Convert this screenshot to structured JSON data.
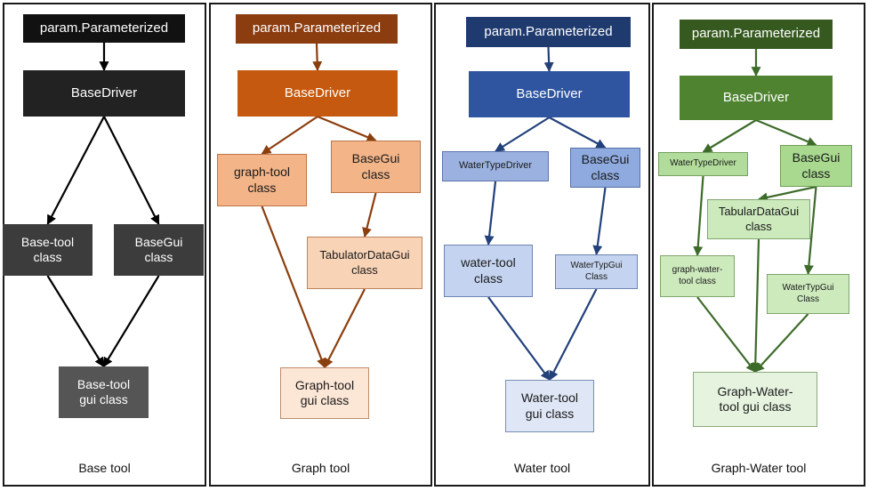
{
  "panels": [
    {
      "id": "base",
      "caption": "Base tool",
      "stroke": "#000000",
      "nodes": [
        {
          "id": "b_param",
          "label": "param.Parameterized",
          "bg": "#111111",
          "fg": "#ffffff"
        },
        {
          "id": "b_driver",
          "label": "BaseDriver",
          "bg": "#222222",
          "fg": "#ffffff"
        },
        {
          "id": "b_tool",
          "label": "Base-tool\nclass",
          "bg": "#3c3c3c",
          "fg": "#ffffff"
        },
        {
          "id": "b_gui",
          "label": "BaseGui\nclass",
          "bg": "#3c3c3c",
          "fg": "#ffffff"
        },
        {
          "id": "b_toolgui",
          "label": "Base-tool\ngui class",
          "bg": "#555555",
          "fg": "#ffffff"
        }
      ],
      "edges": [
        [
          "b_param",
          "b_driver"
        ],
        [
          "b_driver",
          "b_tool"
        ],
        [
          "b_driver",
          "b_gui"
        ],
        [
          "b_tool",
          "b_toolgui"
        ],
        [
          "b_gui",
          "b_toolgui"
        ]
      ]
    },
    {
      "id": "graph",
      "caption": "Graph tool",
      "stroke": "#8b3e0e",
      "nodes": [
        {
          "id": "g_param",
          "label": "param.Parameterized",
          "bg": "#8b3d10",
          "fg": "#ffffff"
        },
        {
          "id": "g_driver",
          "label": "BaseDriver",
          "bg": "#c5590f",
          "fg": "#ffffff"
        },
        {
          "id": "g_tool",
          "label": "graph-tool\nclass",
          "bg": "#f3b488",
          "fg": "#1a1a1a"
        },
        {
          "id": "g_gui",
          "label": "BaseGui\nclass",
          "bg": "#f3b488",
          "fg": "#1a1a1a"
        },
        {
          "id": "g_tab",
          "label": "TabulatorDataGui\nclass",
          "bg": "#f8d3b6",
          "fg": "#1a1a1a"
        },
        {
          "id": "g_toolgui",
          "label": "Graph-tool\ngui class",
          "bg": "#fce6d6",
          "fg": "#1a1a1a"
        }
      ],
      "edges": [
        [
          "g_param",
          "g_driver"
        ],
        [
          "g_driver",
          "g_tool"
        ],
        [
          "g_driver",
          "g_gui"
        ],
        [
          "g_gui",
          "g_tab"
        ],
        [
          "g_tool",
          "g_toolgui"
        ],
        [
          "g_tab",
          "g_toolgui"
        ]
      ]
    },
    {
      "id": "water",
      "caption": "Water tool",
      "stroke": "#22407a",
      "nodes": [
        {
          "id": "w_param",
          "label": "param.Parameterized",
          "bg": "#1f3a6e",
          "fg": "#ffffff"
        },
        {
          "id": "w_driver",
          "label": "BaseDriver",
          "bg": "#2f55a0",
          "fg": "#ffffff"
        },
        {
          "id": "w_wtd",
          "label": "WaterTypeDriver",
          "bg": "#9bb2e0",
          "fg": "#1a1a1a"
        },
        {
          "id": "w_gui",
          "label": "BaseGui\nclass",
          "bg": "#8eaadf",
          "fg": "#1a1a1a"
        },
        {
          "id": "w_tool",
          "label": "water-tool\nclass",
          "bg": "#c4d3ef",
          "fg": "#1a1a1a"
        },
        {
          "id": "w_wtg",
          "label": "WaterTypGui\nClass",
          "bg": "#c4d3ef",
          "fg": "#1a1a1a"
        },
        {
          "id": "w_toolgui",
          "label": "Water-tool\ngui class",
          "bg": "#dfe7f6",
          "fg": "#1a1a1a"
        }
      ],
      "edges": [
        [
          "w_param",
          "w_driver"
        ],
        [
          "w_driver",
          "w_wtd"
        ],
        [
          "w_driver",
          "w_gui"
        ],
        [
          "w_wtd",
          "w_tool"
        ],
        [
          "w_gui",
          "w_wtg"
        ],
        [
          "w_tool",
          "w_toolgui"
        ],
        [
          "w_wtg",
          "w_toolgui"
        ]
      ]
    },
    {
      "id": "graphwater",
      "caption": "Graph-Water tool",
      "stroke": "#3d6b2a",
      "nodes": [
        {
          "id": "gw_param",
          "label": "param.Parameterized",
          "bg": "#35591f",
          "fg": "#ffffff"
        },
        {
          "id": "gw_driver",
          "label": "BaseDriver",
          "bg": "#4f8330",
          "fg": "#ffffff"
        },
        {
          "id": "gw_wtd",
          "label": "WaterTypeDriver",
          "bg": "#b2dc9c",
          "fg": "#1a1a1a"
        },
        {
          "id": "gw_gui",
          "label": "BaseGui\nclass",
          "bg": "#a9d98f",
          "fg": "#1a1a1a"
        },
        {
          "id": "gw_tab",
          "label": "TabularDataGui\nclass",
          "bg": "#cdeabd",
          "fg": "#1a1a1a"
        },
        {
          "id": "gw_gwt",
          "label": "graph-water-\ntool class",
          "bg": "#cdeabd",
          "fg": "#1a1a1a"
        },
        {
          "id": "gw_wtg",
          "label": "WaterTypGui\nClass",
          "bg": "#cdeabd",
          "fg": "#1a1a1a"
        },
        {
          "id": "gw_toolgui",
          "label": "Graph-Water-\ntool gui class",
          "bg": "#e6f3df",
          "fg": "#1a1a1a"
        }
      ],
      "edges": [
        [
          "gw_param",
          "gw_driver"
        ],
        [
          "gw_driver",
          "gw_wtd"
        ],
        [
          "gw_driver",
          "gw_gui"
        ],
        [
          "gw_gui",
          "gw_tab"
        ],
        [
          "gw_wtd",
          "gw_gwt"
        ],
        [
          "gw_gui",
          "gw_wtg"
        ],
        [
          "gw_gwt",
          "gw_toolgui"
        ],
        [
          "gw_tab",
          "gw_toolgui"
        ],
        [
          "gw_wtg",
          "gw_toolgui"
        ]
      ]
    }
  ]
}
